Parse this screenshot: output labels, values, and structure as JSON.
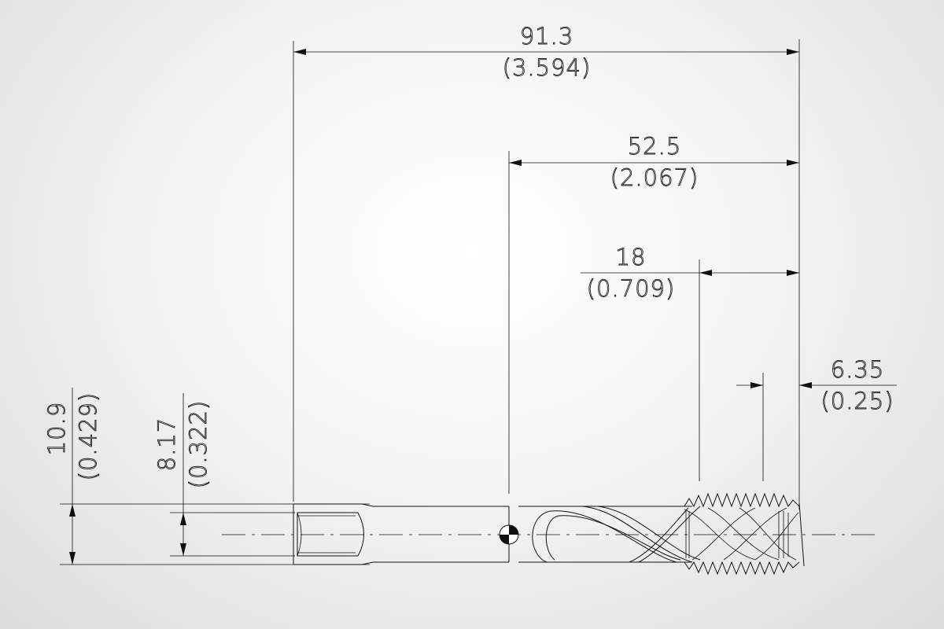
{
  "drawing": {
    "dim_overall_mm": "91.3",
    "dim_overall_in": "(3.594)",
    "dim_flute_mm": "52.5",
    "dim_flute_in": "(2.067)",
    "dim_thread_mm": "18",
    "dim_thread_in": "(0.709)",
    "dim_chamfer_mm": "6.35",
    "dim_chamfer_in": "(0.25)",
    "dim_diameter_mm": "10.9",
    "dim_diameter_in": "(0.429)",
    "dim_square_mm": "8.17",
    "dim_square_in": "(0.322)"
  }
}
